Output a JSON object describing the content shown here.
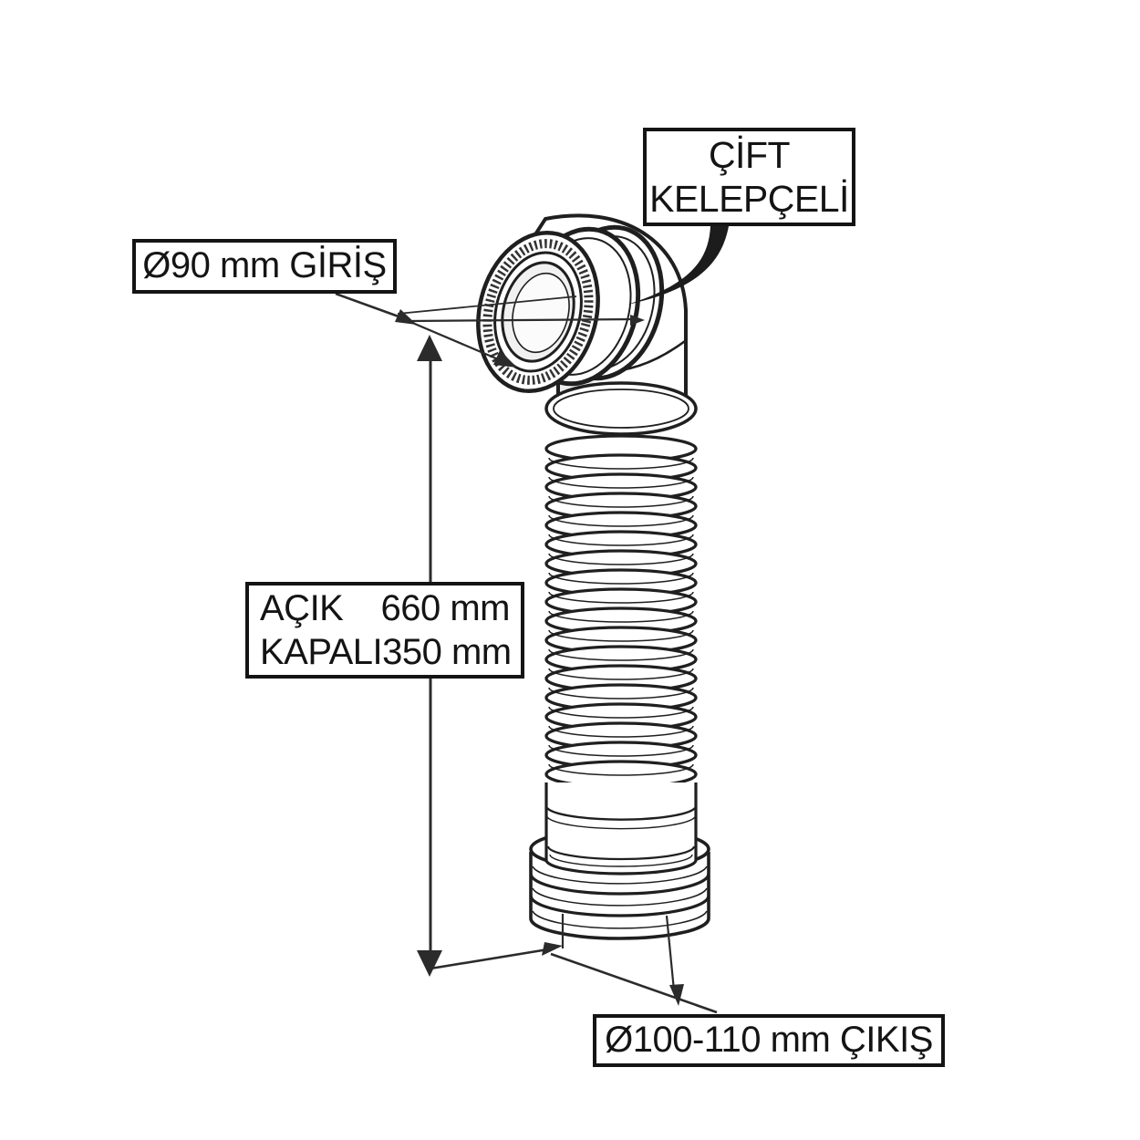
{
  "diagram": {
    "background_color": "#ffffff",
    "ink_color": "#1f1f1f",
    "labels": {
      "clamp": {
        "line1": "ÇİFT",
        "line2": "KELEPÇELİ"
      },
      "inlet": {
        "text": "Ø90 mm GİRİŞ"
      },
      "length": {
        "open_label": "AÇIK",
        "open_value": "660 mm",
        "closed_label": "KAPALI",
        "closed_value": "350 mm"
      },
      "outlet": {
        "text": "Ø100-110 mm ÇIKIŞ"
      }
    }
  }
}
